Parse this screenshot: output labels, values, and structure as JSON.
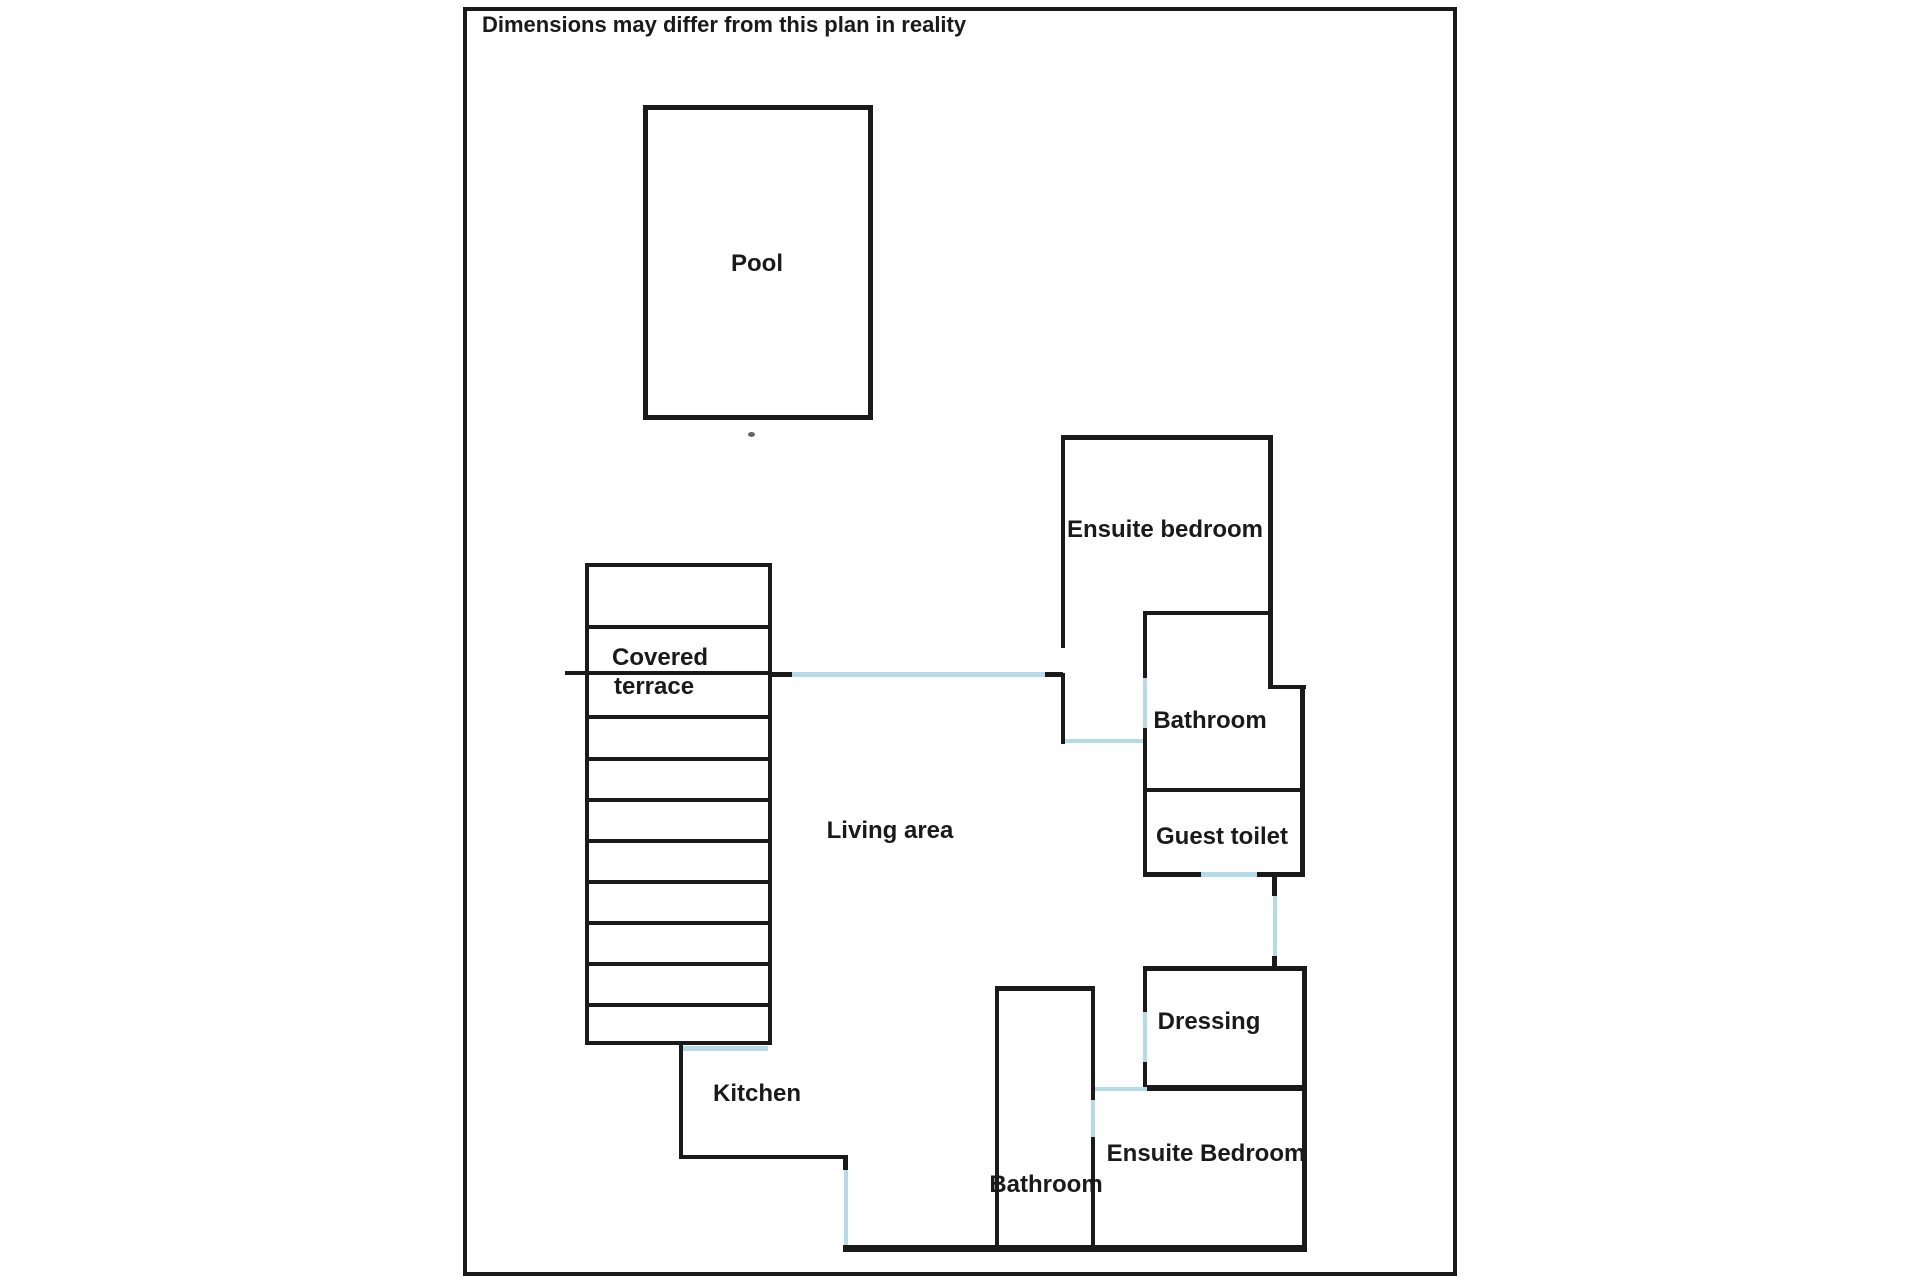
{
  "disclaimer": "Dimensions may differ from this plan in reality",
  "colors": {
    "wall": "#1a1a1a",
    "door_opening": "#b5dbe6",
    "background": "#ffffff",
    "text": "#1a1a1a"
  },
  "labels": {
    "pool": "Pool",
    "covered_terrace_line1": "Covered",
    "covered_terrace_line2": "terrace",
    "living_area": "Living area",
    "ensuite_bedroom_top": "Ensuite bedroom",
    "bathroom_top": "Bathroom",
    "guest_toilet": "Guest toilet",
    "dressing": "Dressing",
    "ensuite_bedroom_bottom": "Ensuite Bedroom",
    "bathroom_bottom": "Bathroom",
    "kitchen": "Kitchen"
  }
}
